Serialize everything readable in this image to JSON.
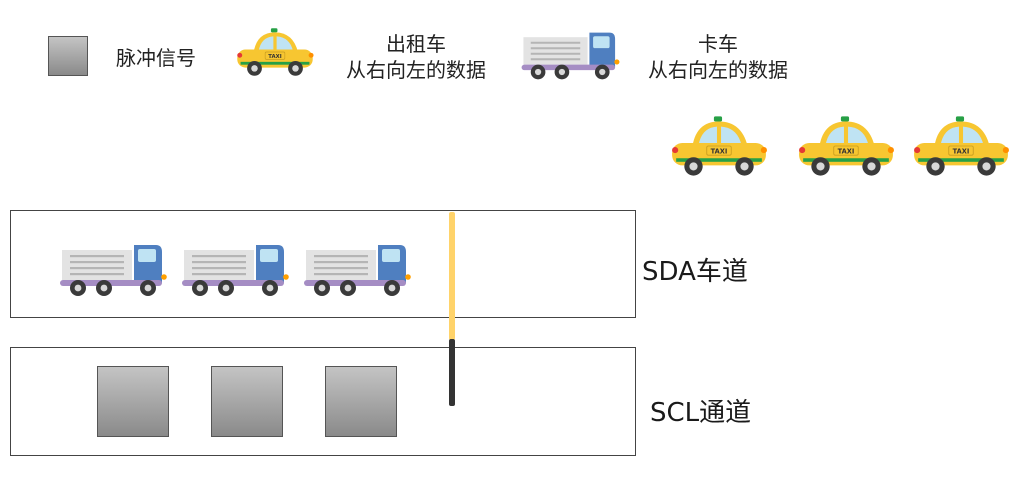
{
  "legend": {
    "pulse_label": "脉冲信号",
    "taxi_label_line1": "出租车",
    "taxi_label_line2": "从右向左的数据",
    "truck_label_line1": "卡车",
    "truck_label_line2": "从右向左的数据"
  },
  "vehicle_text": {
    "taxi_sign": "TAXI"
  },
  "lanes": {
    "sda_label": "SDA车道",
    "scl_label": "SCL通道"
  },
  "colors": {
    "taxi_body": "#f7c631",
    "taxi_window": "#bfe3f3",
    "taxi_stripe": "#27a046",
    "truck_cab": "#4f7fc0",
    "truck_cargo": "#e3e3e3",
    "truck_chassis": "#a58dc4",
    "pulse_fill": "#9a9a9a",
    "gate_yellow": "#ffd36a",
    "gate_dark": "#333333"
  }
}
